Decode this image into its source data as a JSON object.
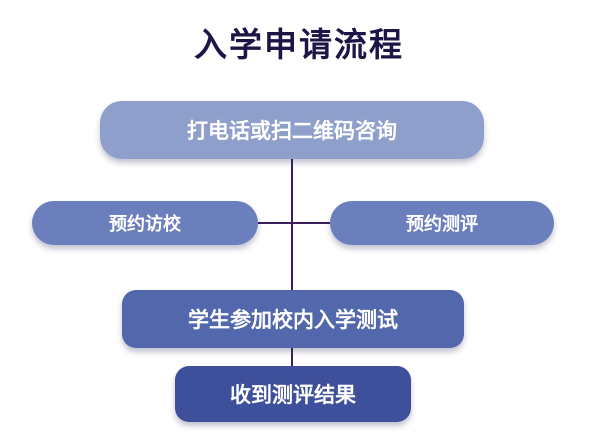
{
  "title": "入学申请流程",
  "steps": {
    "call": "打电话或扫二维码咨询",
    "visit": "预约访校",
    "assess": "预约测评",
    "test": "学生参加校内入学测试",
    "result": "收到测评结果"
  },
  "colors": {
    "title": "#1e1547",
    "connector": "#3a1f5c",
    "call": "#8f9fcb",
    "visit": "#6b7fbd",
    "assess": "#6b7fbd",
    "test": "#5368ac",
    "result": "#3e509b"
  }
}
